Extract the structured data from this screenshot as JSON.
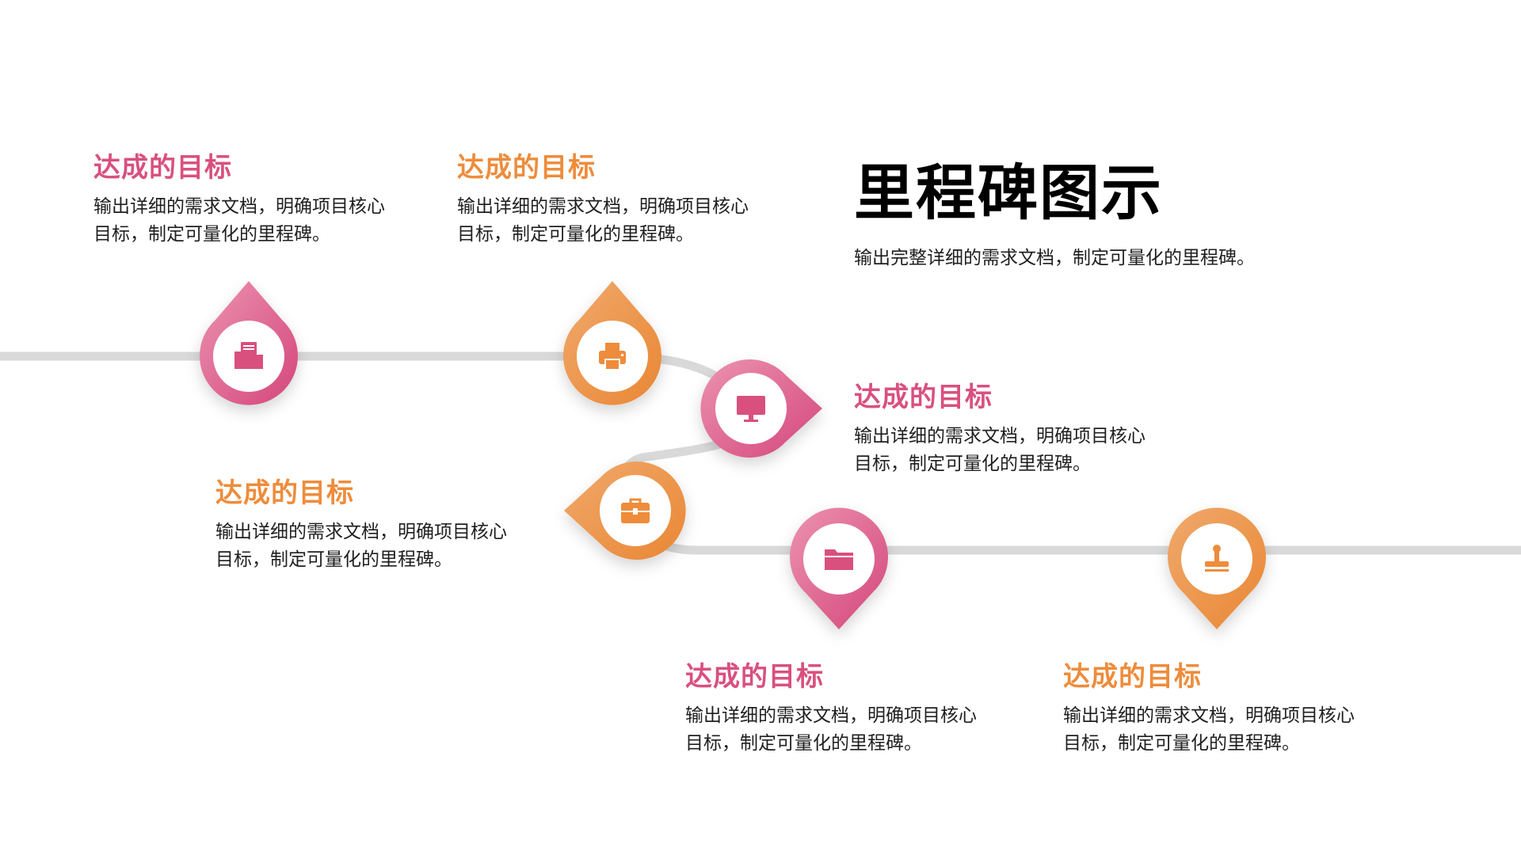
{
  "heading": {
    "title": "里程碑图示",
    "subtitle": "输出完整详细的需求文档，制定可量化的里程碑。"
  },
  "colors": {
    "pink": "#d9507e",
    "orange": "#ee8c3b",
    "track": "#d9d9d9"
  },
  "milestones": [
    {
      "icon": "document-folder-icon",
      "color": "pink",
      "title": "达成的目标",
      "line1": "输出详细的需求文档，明确项目核心",
      "line2": "目标，制定可量化的里程碑。"
    },
    {
      "icon": "printer-icon",
      "color": "orange",
      "title": "达成的目标",
      "line1": "输出详细的需求文档，明确项目核心",
      "line2": "目标，制定可量化的里程碑。"
    },
    {
      "icon": "monitor-icon",
      "color": "pink",
      "title": "达成的目标",
      "line1": "输出详细的需求文档，明确项目核心",
      "line2": "目标，制定可量化的里程碑。"
    },
    {
      "icon": "briefcase-icon",
      "color": "orange",
      "title": "达成的目标",
      "line1": "输出详细的需求文档，明确项目核心",
      "line2": "目标，制定可量化的里程碑。"
    },
    {
      "icon": "folder-icon",
      "color": "pink",
      "title": "达成的目标",
      "line1": "输出详细的需求文档，明确项目核心",
      "line2": "目标，制定可量化的里程碑。"
    },
    {
      "icon": "stamp-icon",
      "color": "orange",
      "title": "达成的目标",
      "line1": "输出详细的需求文档，明确项目核心",
      "line2": "目标，制定可量化的里程碑。"
    }
  ]
}
